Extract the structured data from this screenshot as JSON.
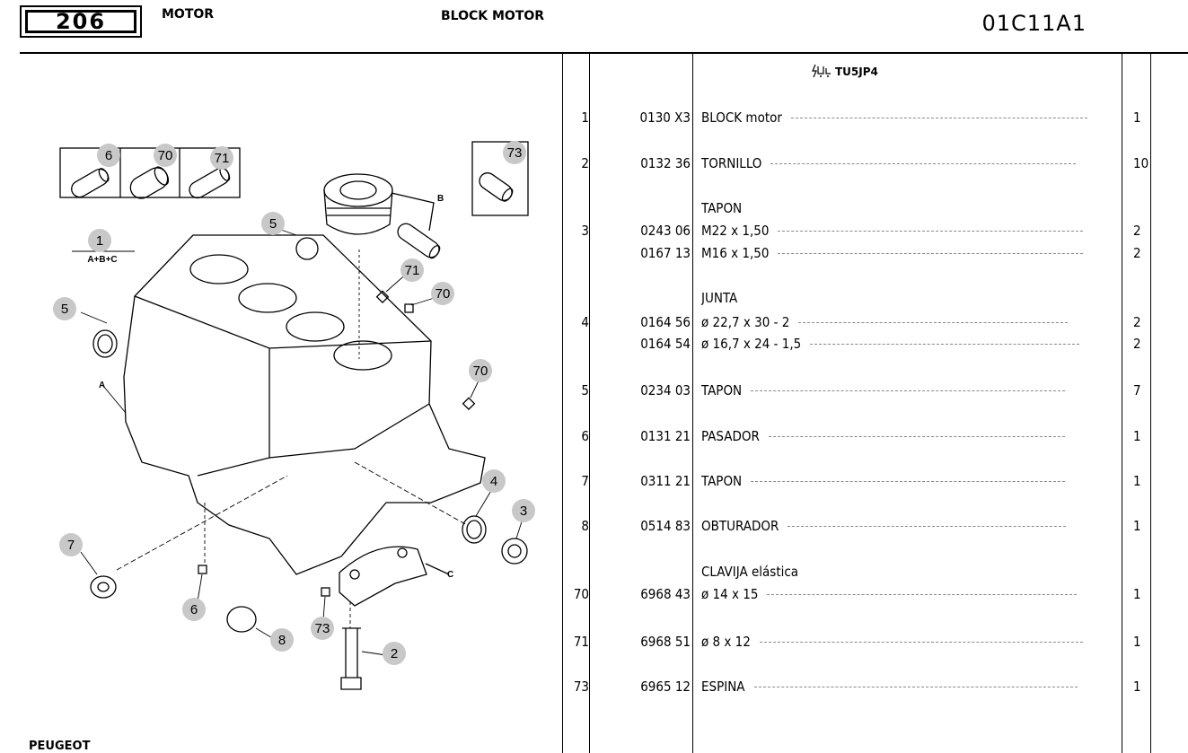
{
  "header": {
    "logo": "206",
    "section": "MOTOR",
    "title": "BLOCK MOTOR",
    "reference": "01C11A1"
  },
  "engine_label": "TU5JP4",
  "diagram": {
    "callouts": [
      "6",
      "70",
      "71",
      "73",
      "5",
      "1",
      "71",
      "70",
      "5",
      "70",
      "4",
      "3",
      "7",
      "6",
      "8",
      "73",
      "2"
    ],
    "formula": "A+B+C",
    "letters": [
      "A",
      "B",
      "C"
    ]
  },
  "parts": [
    {
      "num": "1",
      "lines": [
        {
          "ref": "0130 X3",
          "desc": "BLOCK motor",
          "qty": "1"
        }
      ]
    },
    {
      "num": "2",
      "lines": [
        {
          "ref": "0132 36",
          "desc": "TORNILLO",
          "qty": "10"
        }
      ]
    },
    {
      "num": "3",
      "heading": "TAPON",
      "lines": [
        {
          "ref": "0243 06",
          "desc": "M22 x 1,50",
          "qty": "2"
        },
        {
          "ref": "0167 13",
          "desc": "M16 x 1,50",
          "qty": "2"
        }
      ]
    },
    {
      "num": "4",
      "heading": "JUNTA",
      "lines": [
        {
          "ref": "0164 56",
          "desc": "ø 22,7 x 30 - 2",
          "qty": "2"
        },
        {
          "ref": "0164 54",
          "desc": "ø 16,7 x 24 - 1,5",
          "qty": "2"
        }
      ]
    },
    {
      "num": "5",
      "lines": [
        {
          "ref": "0234 03",
          "desc": "TAPON",
          "qty": "7"
        }
      ]
    },
    {
      "num": "6",
      "lines": [
        {
          "ref": "0131 21",
          "desc": "PASADOR",
          "qty": "1"
        }
      ]
    },
    {
      "num": "7",
      "lines": [
        {
          "ref": "0311 21",
          "desc": "TAPON",
          "qty": "1"
        }
      ]
    },
    {
      "num": "8",
      "lines": [
        {
          "ref": "0514 83",
          "desc": "OBTURADOR",
          "qty": "1"
        }
      ]
    },
    {
      "num": "70",
      "heading": "CLAVIJA elástica",
      "lines": [
        {
          "ref": "6968 43",
          "desc": "ø 14 x 15",
          "qty": "1"
        }
      ]
    },
    {
      "num": "71",
      "lines": [
        {
          "ref": "6968 51",
          "desc": "ø 8 x 12",
          "qty": "1"
        }
      ]
    },
    {
      "num": "73",
      "lines": [
        {
          "ref": "6965 12",
          "desc": "ESPINA",
          "qty": "1"
        }
      ]
    }
  ],
  "footer": "PEUGEOT"
}
